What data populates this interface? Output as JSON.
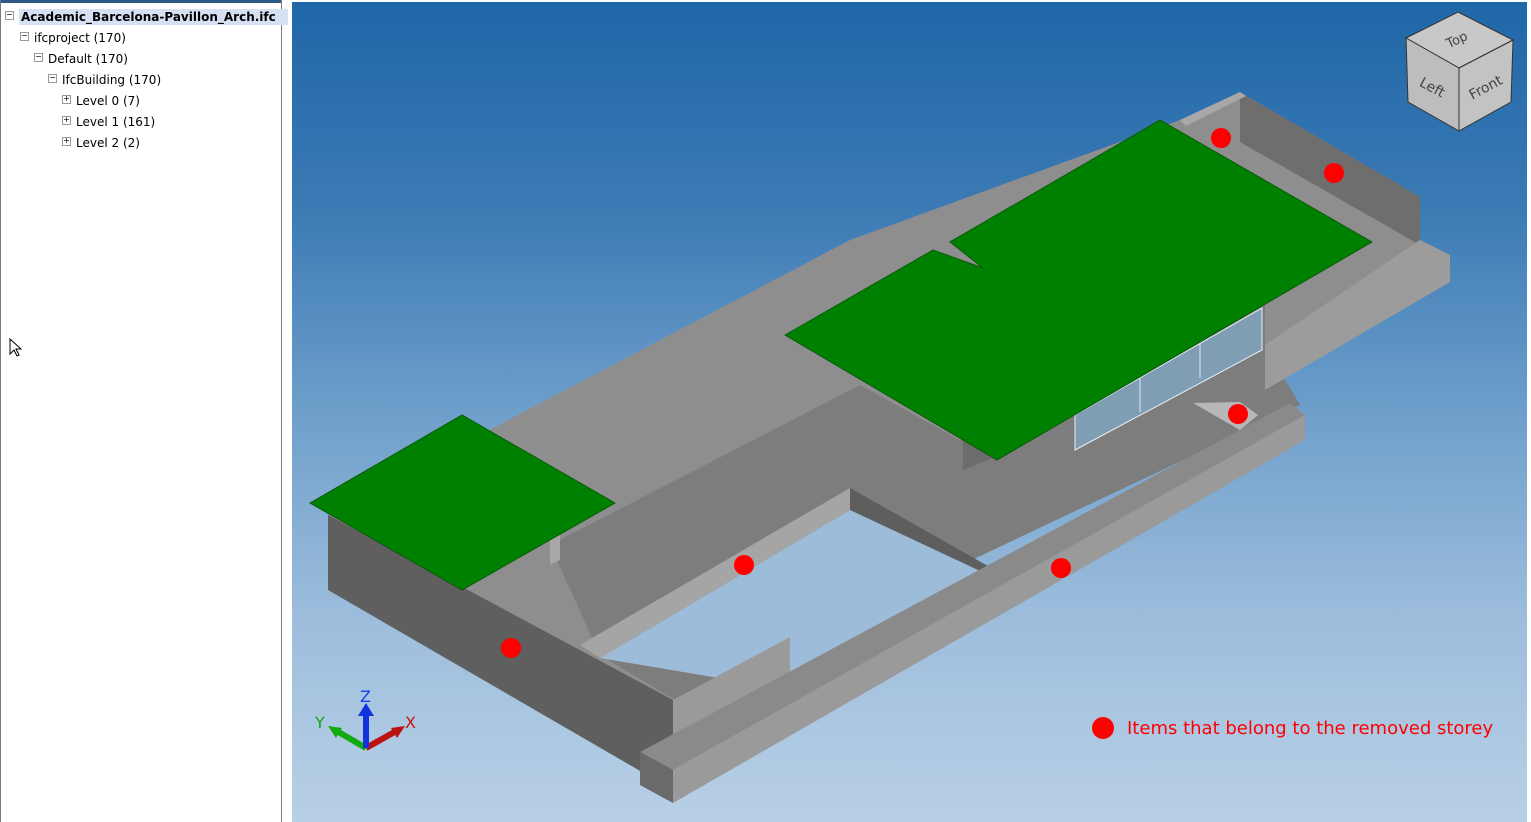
{
  "tree": {
    "root": "Academic_Barcelona-Pavillon_Arch.ifc",
    "project": "ifcproject (170)",
    "site": "Default (170)",
    "building": "IfcBuilding (170)",
    "levels": [
      "Level 0 (7)",
      "Level 1 (161)",
      "Level 2 (2)"
    ],
    "expanded_toggle": "−",
    "collapsed_toggle": "+"
  },
  "viewcube": {
    "top": "Top",
    "left": "Left",
    "front": "Front"
  },
  "axes": {
    "x": "X",
    "y": "Y",
    "z": "Z",
    "x_color": "#cc1111",
    "y_color": "#11aa11",
    "z_color": "#1144ee"
  },
  "legend": {
    "label": "Items that belong to the removed storey",
    "marker_color": "#ff0000"
  },
  "colors": {
    "roof": "#008000",
    "wall": "#8c8c8c",
    "background_top": "#1f67a8",
    "background_bottom": "#b8d0e6"
  }
}
